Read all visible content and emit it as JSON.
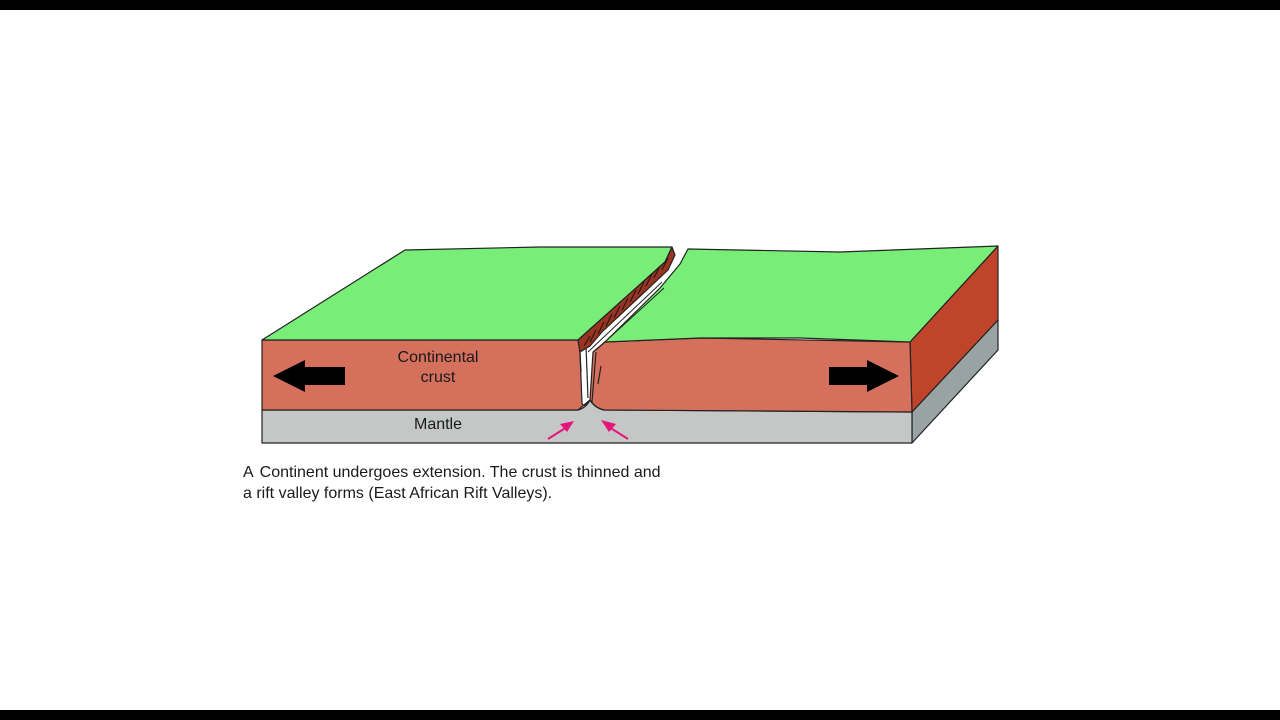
{
  "labels": {
    "crust": [
      "Continental",
      "crust"
    ],
    "mantle": "Mantle"
  },
  "caption": {
    "letter": "A",
    "line1": "Continent undergoes extension. The crust is thinned and",
    "line2": "a rift valley forms (East African Rift Valleys)."
  },
  "colors": {
    "surface": "#78ee78",
    "crust_front": "#d4705c",
    "crust_side": "#c0442a",
    "mantle_front": "#c5c7c7",
    "mantle_side": "#9aa3a3",
    "magma_arrow": "#e5157a",
    "motion_arrow": "#000000"
  },
  "icons": {
    "left_motion": "arrow-left-icon",
    "right_motion": "arrow-right-icon",
    "magma_rise": "arrow-up-icon"
  }
}
